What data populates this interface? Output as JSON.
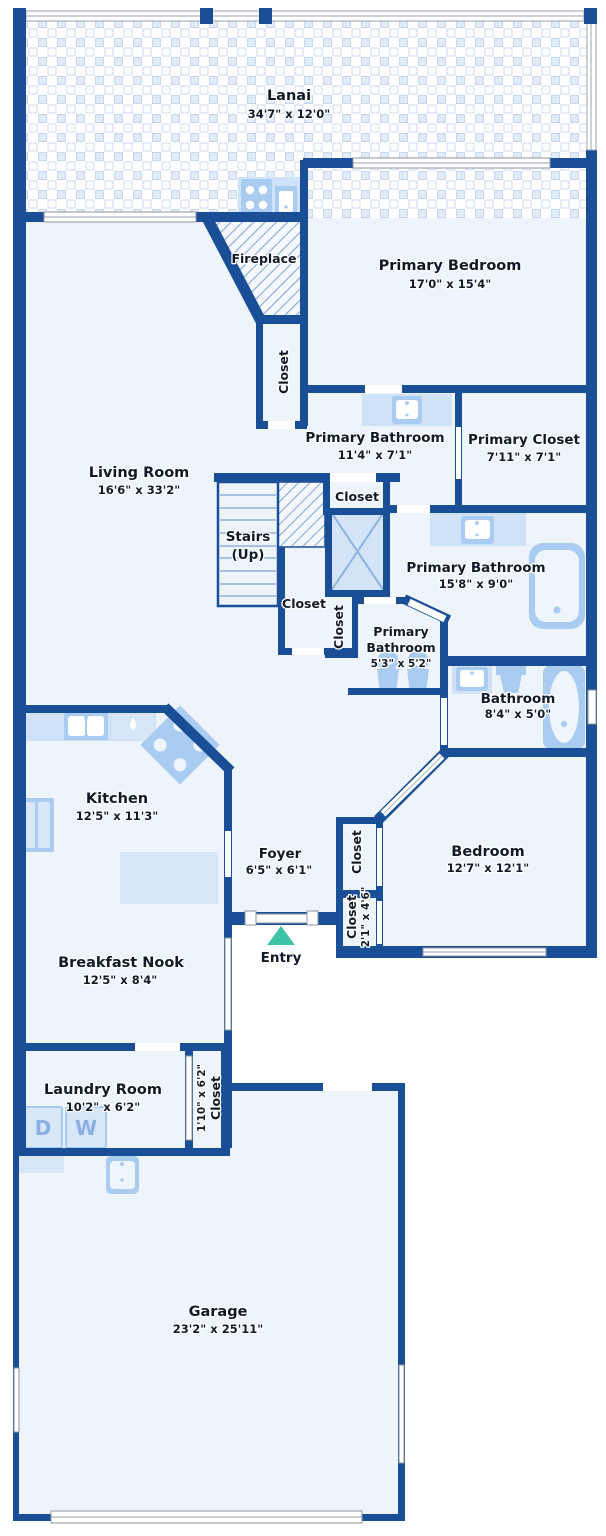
{
  "floorplan": {
    "rooms": {
      "lanai": {
        "name": "Lanai",
        "dims": "34'7\" x 12'0\""
      },
      "living_room": {
        "name": "Living Room",
        "dims": "16'6\" x 33'2\""
      },
      "primary_bedroom": {
        "name": "Primary Bedroom",
        "dims": "17'0\" x 15'4\""
      },
      "fireplace": {
        "name": "Fireplace"
      },
      "primary_bathroom_upper": {
        "name": "Primary Bathroom",
        "dims": "11'4\" x 7'1\""
      },
      "primary_closet": {
        "name": "Primary Closet",
        "dims": "7'11\" x 7'1\""
      },
      "primary_bathroom_main": {
        "name": "Primary Bathroom",
        "dims": "15'8\" x 9'0\""
      },
      "primary_bathroom_small": {
        "name_line1": "Primary",
        "name_line2": "Bathroom",
        "dims": "5'3\" x 5'2\""
      },
      "bathroom": {
        "name": "Bathroom",
        "dims": "8'4\" x 5'0\""
      },
      "stairs": {
        "line1": "Stairs",
        "line2": "(Up)"
      },
      "kitchen": {
        "name": "Kitchen",
        "dims": "12'5\" x 11'3\""
      },
      "foyer": {
        "name": "Foyer",
        "dims": "6'5\" x 6'1\""
      },
      "bedroom": {
        "name": "Bedroom",
        "dims": "12'7\" x 12'1\""
      },
      "breakfast_nook": {
        "name": "Breakfast Nook",
        "dims": "12'5\" x 8'4\""
      },
      "laundry_room": {
        "name": "Laundry Room",
        "dims": "10'2\" x 6'2\""
      },
      "garage": {
        "name": "Garage",
        "dims": "23'2\" x 25'11\""
      },
      "closet_fireplace": {
        "name": "Closet"
      },
      "closet_hall_small": {
        "name": "Closet"
      },
      "closet_hall_large": {
        "name": "Closet"
      },
      "closet_hall_vertical": {
        "name": "Closet"
      },
      "closet_bedroom_upper": {
        "name": "Closet"
      },
      "closet_bedroom_lower": {
        "name": "Closet",
        "dims": "2'1\" x 4'6\""
      },
      "closet_laundry": {
        "name": "Closet",
        "dims": "1'10\" x 6'2\""
      }
    },
    "entry": {
      "label": "Entry"
    },
    "appliances": {
      "dryer": "D",
      "washer": "W"
    },
    "colors": {
      "wall": "#1a4e96",
      "room_fill": "#edf4fc",
      "fixture": "#abccf1",
      "counter": "#cfe2f7",
      "entry_arrow": "#3fc3a7",
      "label_text": "#101a28",
      "background": "#ffffff"
    }
  }
}
